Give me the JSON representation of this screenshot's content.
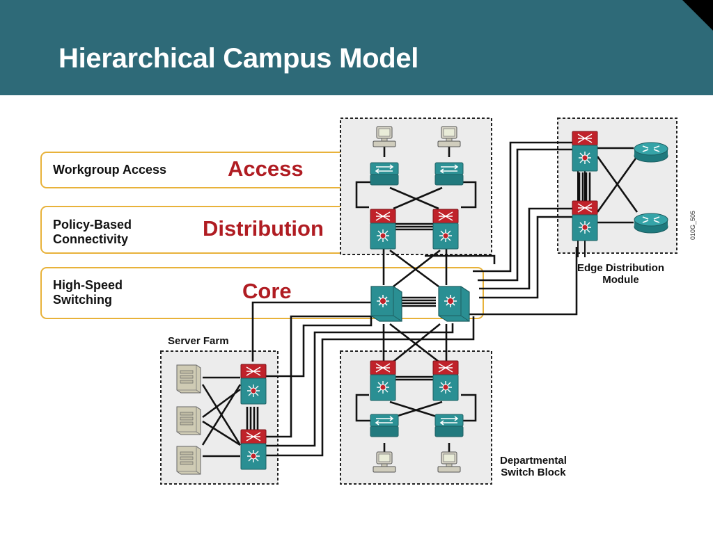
{
  "header": {
    "title": "Hierarchical Campus Model",
    "bg_color": "#2e6a78"
  },
  "layers": [
    {
      "id": "access",
      "description": "Workgroup Access",
      "name": "Access"
    },
    {
      "id": "distribution",
      "description": "Policy-Based\nConnectivity",
      "name": "Distribution"
    },
    {
      "id": "core",
      "description": "High-Speed\nSwitching",
      "name": "Core"
    }
  ],
  "captions": {
    "server_farm": "Server Farm",
    "edge": "Edge Distribution\nModule",
    "departmental": "Departmental\nSwitch Block",
    "figure_code": "010G_505"
  },
  "colors": {
    "layer_border": "#e8b23a",
    "layer_name": "#b01c22",
    "switch_teal": "#2a8f93",
    "switch_red": "#c0222a"
  },
  "icons": [
    "workstation-icon",
    "access-switch-icon",
    "multilayer-switch-icon",
    "core-switch-icon",
    "router-icon",
    "server-icon"
  ]
}
